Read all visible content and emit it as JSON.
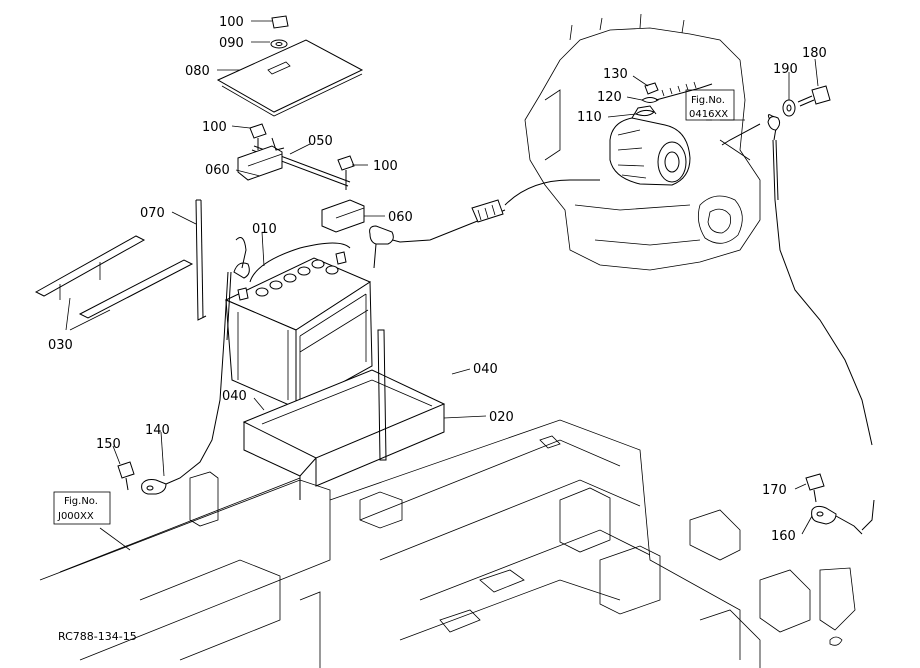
{
  "parts": [
    {
      "id": "p100a",
      "label": "100"
    },
    {
      "id": "p090",
      "label": "090"
    },
    {
      "id": "p080",
      "label": "080"
    },
    {
      "id": "p100b",
      "label": "100"
    },
    {
      "id": "p050",
      "label": "050"
    },
    {
      "id": "p100c",
      "label": "100"
    },
    {
      "id": "p060a",
      "label": "060"
    },
    {
      "id": "p060b",
      "label": "060"
    },
    {
      "id": "p070",
      "label": "070"
    },
    {
      "id": "p010",
      "label": "010"
    },
    {
      "id": "p030",
      "label": "030"
    },
    {
      "id": "p040a",
      "label": "040"
    },
    {
      "id": "p040b",
      "label": "040"
    },
    {
      "id": "p020",
      "label": "020"
    },
    {
      "id": "p150",
      "label": "150"
    },
    {
      "id": "p140",
      "label": "140"
    },
    {
      "id": "p130",
      "label": "130"
    },
    {
      "id": "p120",
      "label": "120"
    },
    {
      "id": "p110",
      "label": "110"
    },
    {
      "id": "p180",
      "label": "180"
    },
    {
      "id": "p190",
      "label": "190"
    },
    {
      "id": "p170",
      "label": "170"
    },
    {
      "id": "p160",
      "label": "160"
    }
  ],
  "refs": [
    {
      "id": "ref0416",
      "title": "Fig.No.",
      "code": "0416XX"
    },
    {
      "id": "refJ000",
      "title": "Fig.No.",
      "code": "J000XX"
    }
  ],
  "drawing_code": "RC788-134-15"
}
